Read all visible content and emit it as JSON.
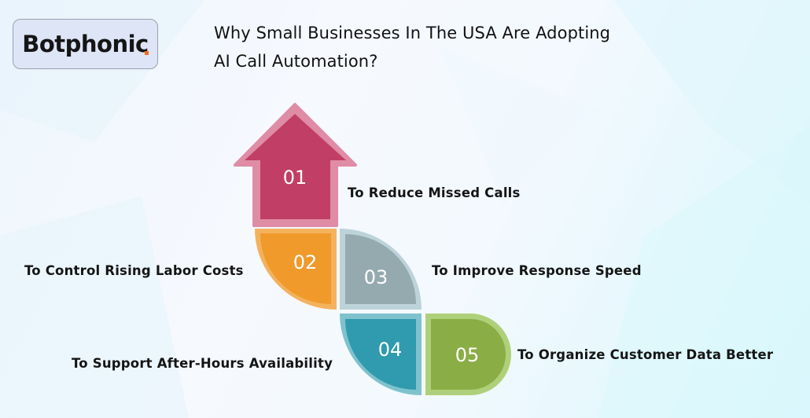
{
  "brand": {
    "logo_text": "Botphonic",
    "accent_color": "#f26b1d"
  },
  "header": {
    "title_line1": "Why Small Businesses In The USA Are Adopting",
    "title_line2": "AI Call Automation?"
  },
  "steps": [
    {
      "number": "01",
      "label": "To Reduce Missed Calls",
      "shape": "up-arrow",
      "fill": "#c13e66",
      "border": "#df8ca6"
    },
    {
      "number": "02",
      "label": "To Control Rising Labor Costs",
      "shape": "quarter-round-bottom-left",
      "fill": "#ef9a2b",
      "border": "#f4b25d"
    },
    {
      "number": "03",
      "label": "To Improve Response Speed",
      "shape": "quarter-round-top-right",
      "fill": "#95aaaf",
      "border": "#bdd3da"
    },
    {
      "number": "04",
      "label": "To Support After-Hours Availability",
      "shape": "quarter-round-bottom-left",
      "fill": "#309aae",
      "border": "#7fc2cd"
    },
    {
      "number": "05",
      "label": "To Organize Customer Data Better",
      "shape": "d-shape",
      "fill": "#8bad45",
      "border": "#afd07a"
    }
  ]
}
